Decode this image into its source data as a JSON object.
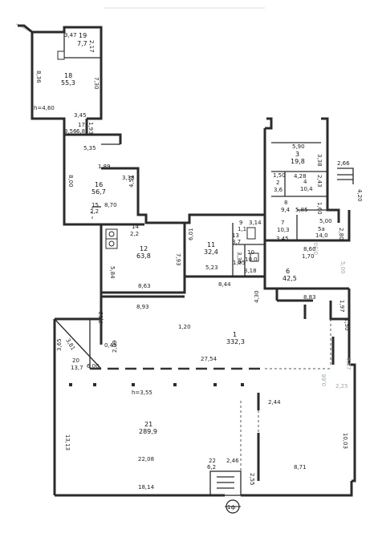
{
  "rooms": [
    {
      "id": "19",
      "area": "7,7"
    },
    {
      "id": "18",
      "area": "55,3"
    },
    {
      "id": "17",
      "area": "6,8"
    },
    {
      "id": "16",
      "area": "56,7"
    },
    {
      "id": "15",
      "area": "2,2"
    },
    {
      "id": "14",
      "area": "2,2"
    },
    {
      "id": "12",
      "area": "63,8"
    },
    {
      "id": "11",
      "area": "32,4"
    },
    {
      "id": "13",
      "area": "8,7"
    },
    {
      "id": "9",
      "area": "1,1"
    },
    {
      "id": "10",
      "area": "10,0"
    },
    {
      "id": "3",
      "area": "19,8"
    },
    {
      "id": "2",
      "area": "3,6"
    },
    {
      "id": "4",
      "area": "10,4"
    },
    {
      "id": "8",
      "area": "9,4"
    },
    {
      "id": "7",
      "area": "10,3"
    },
    {
      "id": "5а",
      "area": "14,0"
    },
    {
      "id": "6",
      "area": "42,5"
    },
    {
      "id": "1",
      "area": "332,3"
    },
    {
      "id": "20",
      "area": "13,7"
    },
    {
      "id": "21",
      "area": "289,9"
    },
    {
      "id": "22",
      "area": "6,2"
    }
  ],
  "dimensions": {
    "r19_w": "3,47",
    "r19_h": "2,17",
    "r18_h": "8,36",
    "r18_w": "7,30",
    "h460": "h=4,60",
    "r17_a": "3,45",
    "r17_b": "3,56",
    "r17_c": "1,93",
    "r16_a": "5,35",
    "r16_b": "8,00",
    "r16_c": "1,89",
    "r16_d": "3,38",
    "r16_e": "4,51",
    "r16_f": "8,70",
    "r3_w": "5,90",
    "r3_h": "3,38",
    "r2_w": "1,50",
    "r4_w": "4,28",
    "r4_h": "2,43",
    "ext_w": "2,66",
    "ext_h": "4,20",
    "r8_a": "1,60",
    "r8_b": "5,85",
    "r5_a": "5,00",
    "r5_b": "2,80",
    "r5_c": "3,45",
    "r5_d": "1,70",
    "r5_e": "0,30",
    "r5_f": "5,00",
    "r6_w": "8,60",
    "r6_b": "8,83",
    "r6_c": "4,30",
    "r6_d": "1,97",
    "r11_h": "6,01",
    "r11_w": "5,23",
    "r13_a": "3,14",
    "r13_b": "1,55",
    "r10_a": "3,35",
    "r10_b": "3,18",
    "r10_c": "8,44",
    "r12_h": "7,93",
    "r12_w": "8,63",
    "r12_l": "5,84",
    "r12_b": "8,93",
    "r1_a": "7,63",
    "r1_b": "1,20",
    "r1_c": "27,54",
    "r1_d": "1,50",
    "r1_e": "5,87",
    "r1_f": "0,66",
    "r1_g": "2,25",
    "r20_a": "3,65",
    "r20_b": "3,81",
    "r20_c": "0,49",
    "r20_d": "2,09",
    "r20_e": "6,00",
    "h355": "h=3,55",
    "r21_h": "13,13",
    "r21_w": "22,08",
    "r21_b": "18,14",
    "r21_c": "2,44",
    "r21_d": "8,71",
    "r21_e": "10,03",
    "r22_w": "2,46",
    "r22_h": "2,55",
    "entrance_mark": "1ф"
  }
}
